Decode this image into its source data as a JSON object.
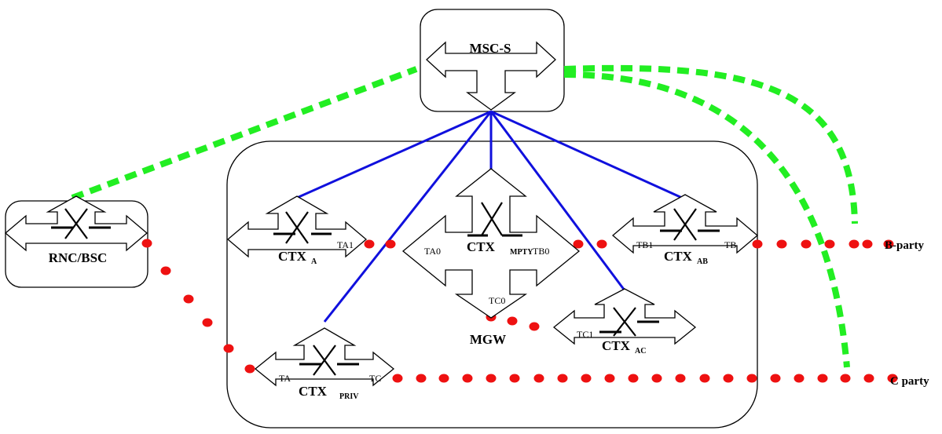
{
  "nodes": {
    "msc": {
      "label": "MSC-S"
    },
    "rnc": {
      "label": "RNC/BSC"
    },
    "mgw": {
      "label": "MGW"
    },
    "ctx_a": {
      "label": "CTX",
      "sub": "A",
      "term1": "TA1"
    },
    "ctx_mpty": {
      "label": "CTX",
      "sub": "MPTY",
      "term_a": "TA0",
      "term_b": "TB0",
      "term_c": "TC0"
    },
    "ctx_ab": {
      "label": "CTX",
      "sub": "AB",
      "term1": "TB1",
      "term2": "TB"
    },
    "ctx_ac": {
      "label": "CTX",
      "sub": "AC",
      "term1": "TC1"
    },
    "ctx_priv": {
      "label": "CTX",
      "sub": "PRIV",
      "term1": "TA",
      "term2": "TC"
    }
  },
  "parties": {
    "b": "B-party",
    "c": "C party"
  },
  "colors": {
    "control": "#1010dd",
    "signalling": "#22ee22",
    "bearer": "#ee1111"
  }
}
